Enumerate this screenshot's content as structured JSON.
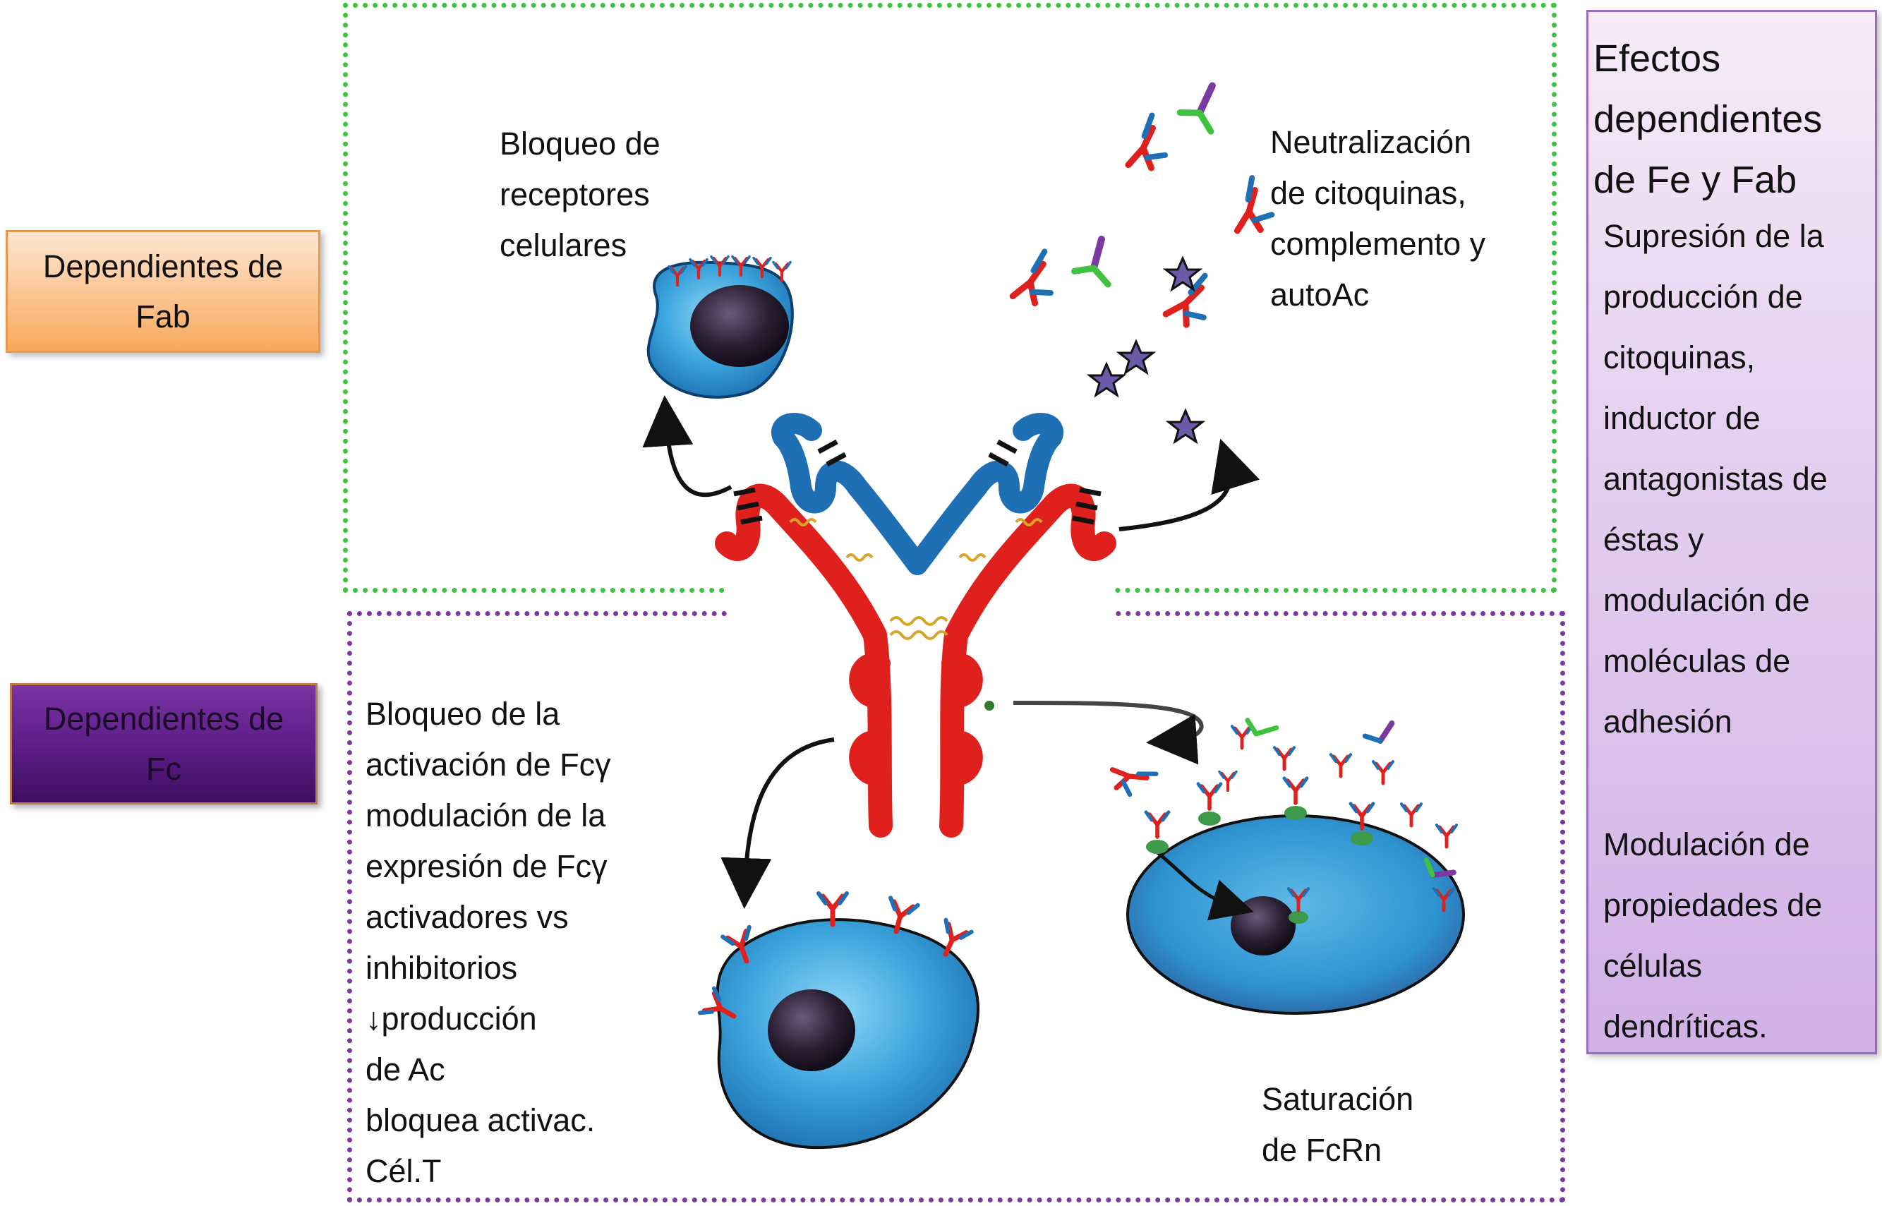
{
  "side_labels": {
    "fab": [
      "Dependientes de",
      "Fab"
    ],
    "fc": [
      "Dependientes de",
      "Fc"
    ]
  },
  "effects_panel": {
    "title": [
      "Efectos",
      "dependientes",
      "de Fe y Fab"
    ],
    "paragraph1": [
      "Supresión de la",
      "producción de",
      "citoquinas,",
      "inductor de",
      "antagonistas de",
      "éstas y",
      "modulación de",
      "moléculas de",
      "adhesión"
    ],
    "paragraph2": [
      "Modulación de",
      "propiedades de",
      "células",
      "dendríticas."
    ]
  },
  "fab_effects": {
    "receptor_block": [
      "Bloqueo de",
      "receptores",
      "celulares"
    ],
    "neutralization": [
      "Neutralización",
      "de citoquinas,",
      "complemento y",
      "autoAc"
    ]
  },
  "fc_effects": {
    "fcg_block": [
      "Bloqueo de la",
      "activación de Fcγ",
      "modulación de la",
      "expresión de Fcγ",
      "activadores vs",
      "inhibitorios",
      "↓producción",
      "de Ac",
      "bloquea activac.",
      "Cél.T"
    ],
    "fcrn_saturation": [
      "Saturación",
      "de FcRn"
    ]
  },
  "colors": {
    "fab_frame": "#3fc23f",
    "fc_frame": "#7b3aa0",
    "heavy_chain": "#e0201c",
    "light_chain": "#1f6fb5",
    "cell": "#3aa3dc",
    "nucleus": "#2a1f33"
  }
}
